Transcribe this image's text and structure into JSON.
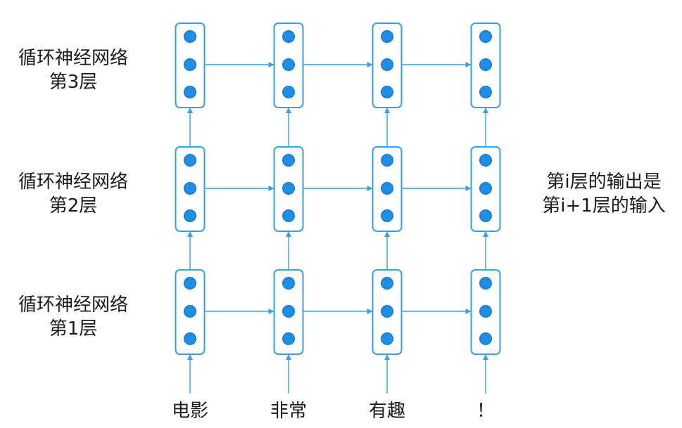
{
  "layers": [
    {
      "title": "循环神经网络",
      "subtitle": "第3层"
    },
    {
      "title": "循环神经网络",
      "subtitle": "第2层"
    },
    {
      "title": "循环神经网络",
      "subtitle": "第1层"
    }
  ],
  "tokens": [
    "电影",
    "非常",
    "有趣",
    "！"
  ],
  "note": {
    "line1": "第i层的输出是",
    "line2": "第i+1层的输入"
  },
  "colors": {
    "cell_border": "#3a9ee0",
    "node_fill": "#1e8ee6",
    "arrow": "#3a9ee0",
    "text": "#1a1a1a"
  },
  "nodes_per_cell": 3
}
